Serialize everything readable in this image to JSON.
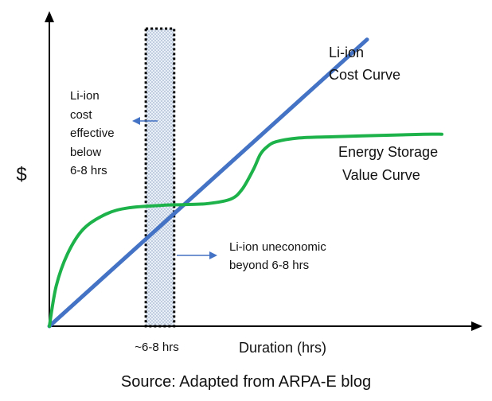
{
  "chart_data": {
    "type": "line",
    "title": "",
    "xlabel": "Duration (hrs)",
    "ylabel": "$",
    "x_tick_label": "~6-8 hrs",
    "grid": false,
    "legend": "none",
    "xlim": [
      0,
      18
    ],
    "ylim": [
      0,
      12
    ],
    "series": [
      {
        "name": "Li-ion Cost Curve",
        "color": "#4472C4",
        "x": [
          0,
          14
        ],
        "y": [
          0,
          11.5
        ]
      },
      {
        "name": "Energy Storage Value Curve",
        "color": "#1DB34A",
        "x": [
          0,
          0.3,
          0.8,
          1.5,
          2.5,
          3.5,
          5,
          6,
          7,
          8,
          8.5,
          9,
          9.3,
          9.6,
          10,
          11,
          12.5,
          14.5,
          16.5,
          17.3
        ],
        "y": [
          0,
          1.6,
          2.9,
          3.9,
          4.5,
          4.75,
          4.85,
          4.88,
          4.92,
          5.1,
          5.5,
          6.3,
          6.9,
          7.2,
          7.4,
          7.55,
          7.6,
          7.65,
          7.7,
          7.7
        ]
      }
    ],
    "band": {
      "x": [
        4.25,
        5.5
      ],
      "label": "~6-8 hrs"
    },
    "annotations": [
      {
        "lines": [
          "Li-ion",
          "cost",
          "effective",
          "below",
          "6-8 hrs"
        ],
        "arrow": "left"
      },
      {
        "lines": [
          "Li-ion uneconomic",
          "beyond 6-8 hrs"
        ],
        "arrow": "right"
      }
    ],
    "source": "Source: Adapted from ARPA-E blog"
  }
}
